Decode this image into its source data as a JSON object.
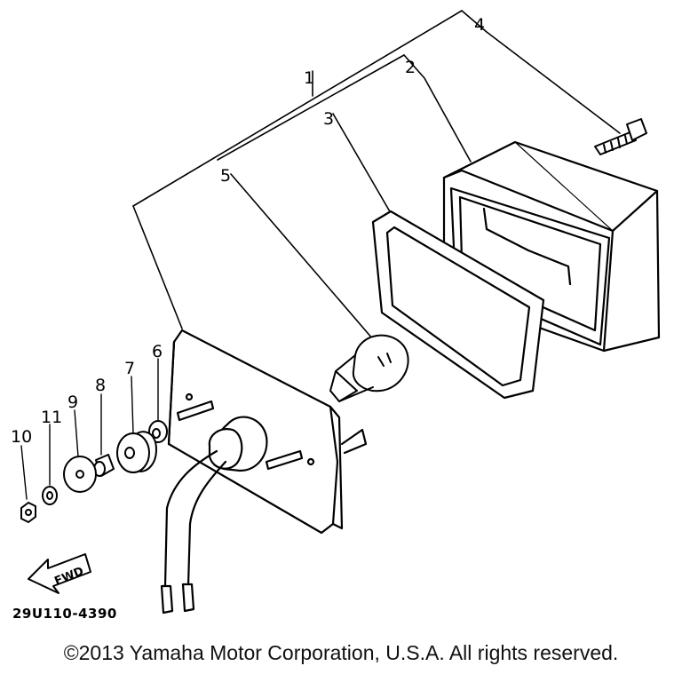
{
  "diagram": {
    "callouts": [
      "1",
      "2",
      "3",
      "4",
      "5",
      "6",
      "7",
      "8",
      "9",
      "10",
      "11"
    ],
    "direction_label": "FWD",
    "part_code": "29U110-4390",
    "copyright": "©2013 Yamaha Motor Corporation, U.S.A. All rights reserved."
  }
}
